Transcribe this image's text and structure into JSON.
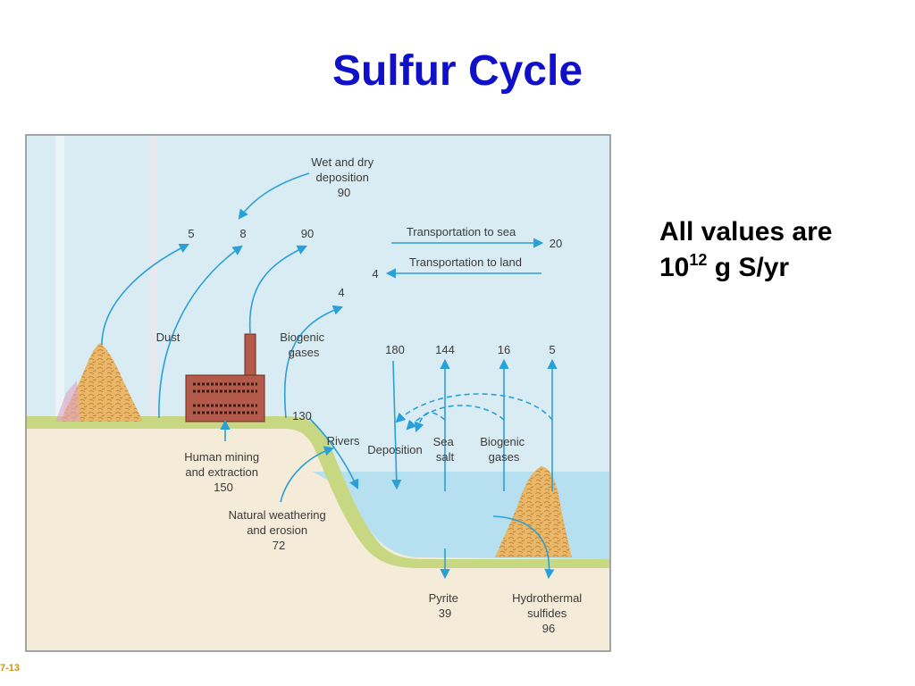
{
  "title": "Sulfur Cycle",
  "note": {
    "line1": "All values are",
    "base": "10",
    "exp": "12",
    "unit": " g S/yr"
  },
  "diagram": {
    "wet_dry_deposition": [
      "Wet and dry",
      "deposition",
      "90"
    ],
    "top_values": {
      "v5": "5",
      "v8": "8",
      "v90": "90",
      "v4": "4"
    },
    "transport_sea": {
      "label": "Transportation to sea",
      "value": "20"
    },
    "transport_land": {
      "label": "Transportation to land",
      "value": "4"
    },
    "dust": "Dust",
    "biogenic_gases_land": [
      "Biogenic",
      "gases"
    ],
    "ocean_values": {
      "v180": "180",
      "v144": "144",
      "v16": "16",
      "v5": "5"
    },
    "v130": "130",
    "rivers": "Rivers",
    "deposition": "Deposition",
    "sea_salt": [
      "Sea",
      "salt"
    ],
    "biogenic_gases_sea": [
      "Biogenic",
      "gases"
    ],
    "human_mining": [
      "Human mining",
      "and extraction",
      "150"
    ],
    "natural_weathering": [
      "Natural weathering",
      "and erosion",
      "72"
    ],
    "pyrite": [
      "Pyrite",
      "39"
    ],
    "hydrothermal": [
      "Hydrothermal",
      "sulfides",
      "96"
    ]
  },
  "colors": {
    "title": "#1010c8",
    "sky": "#d9ecf4",
    "land": "#c8d882",
    "sea": "#b6dff0",
    "sediment": "#f4ecd8",
    "arrow": "#2aa0d8",
    "rock": "#e8b868",
    "factory": "#b45a4a"
  },
  "corner_mark": "7-13"
}
